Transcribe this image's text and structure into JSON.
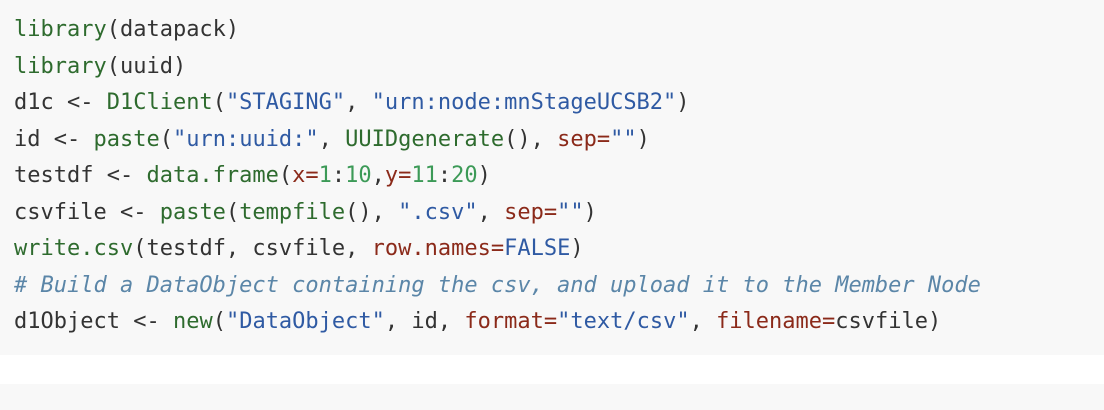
{
  "code_lines": [
    [
      {
        "t": "fn",
        "v": "library"
      },
      {
        "t": "txt",
        "v": "(datapack)"
      }
    ],
    [
      {
        "t": "fn",
        "v": "library"
      },
      {
        "t": "txt",
        "v": "(uuid)"
      }
    ],
    [
      {
        "t": "txt",
        "v": "d1c <- "
      },
      {
        "t": "fn",
        "v": "D1Client"
      },
      {
        "t": "txt",
        "v": "("
      },
      {
        "t": "str",
        "v": "\"STAGING\""
      },
      {
        "t": "txt",
        "v": ", "
      },
      {
        "t": "str",
        "v": "\"urn:node:mnStageUCSB2\""
      },
      {
        "t": "txt",
        "v": ")"
      }
    ],
    [
      {
        "t": "txt",
        "v": "id <- "
      },
      {
        "t": "fn",
        "v": "paste"
      },
      {
        "t": "txt",
        "v": "("
      },
      {
        "t": "str",
        "v": "\"urn:uuid:\""
      },
      {
        "t": "txt",
        "v": ", "
      },
      {
        "t": "fn",
        "v": "UUIDgenerate"
      },
      {
        "t": "txt",
        "v": "(), "
      },
      {
        "t": "arg",
        "v": "sep="
      },
      {
        "t": "str",
        "v": "\"\""
      },
      {
        "t": "txt",
        "v": ")"
      }
    ],
    [
      {
        "t": "txt",
        "v": "testdf <- "
      },
      {
        "t": "fn",
        "v": "data.frame"
      },
      {
        "t": "txt",
        "v": "("
      },
      {
        "t": "arg",
        "v": "x="
      },
      {
        "t": "num",
        "v": "1"
      },
      {
        "t": "txt",
        "v": ":"
      },
      {
        "t": "num",
        "v": "10"
      },
      {
        "t": "txt",
        "v": ","
      },
      {
        "t": "arg",
        "v": "y="
      },
      {
        "t": "num",
        "v": "11"
      },
      {
        "t": "txt",
        "v": ":"
      },
      {
        "t": "num",
        "v": "20"
      },
      {
        "t": "txt",
        "v": ")"
      }
    ],
    [
      {
        "t": "txt",
        "v": "csvfile <- "
      },
      {
        "t": "fn",
        "v": "paste"
      },
      {
        "t": "txt",
        "v": "("
      },
      {
        "t": "fn",
        "v": "tempfile"
      },
      {
        "t": "txt",
        "v": "(), "
      },
      {
        "t": "str",
        "v": "\".csv\""
      },
      {
        "t": "txt",
        "v": ", "
      },
      {
        "t": "arg",
        "v": "sep="
      },
      {
        "t": "str",
        "v": "\"\""
      },
      {
        "t": "txt",
        "v": ")"
      }
    ],
    [
      {
        "t": "fn",
        "v": "write.csv"
      },
      {
        "t": "txt",
        "v": "(testdf, csvfile, "
      },
      {
        "t": "arg",
        "v": "row.names="
      },
      {
        "t": "str",
        "v": "FALSE"
      },
      {
        "t": "txt",
        "v": ")"
      }
    ],
    [
      {
        "t": "cmt",
        "v": "# Build a DataObject containing the csv, and upload it to the Member Node"
      }
    ],
    [
      {
        "t": "txt",
        "v": "d1Object <- "
      },
      {
        "t": "fn",
        "v": "new"
      },
      {
        "t": "txt",
        "v": "("
      },
      {
        "t": "str",
        "v": "\"DataObject\""
      },
      {
        "t": "txt",
        "v": ", id, "
      },
      {
        "t": "arg",
        "v": "format="
      },
      {
        "t": "str",
        "v": "\"text/csv\""
      },
      {
        "t": "txt",
        "v": ", "
      },
      {
        "t": "arg",
        "v": "filename="
      },
      {
        "t": "txt",
        "v": "csvfile)"
      }
    ]
  ],
  "colors": {
    "function": "#2e6b2e",
    "string": "#2f5aa3",
    "argument": "#8b2a1a",
    "number": "#3c9a57",
    "comment": "#5b86a8",
    "text": "#333333",
    "block_background": "#f8f8f8"
  }
}
